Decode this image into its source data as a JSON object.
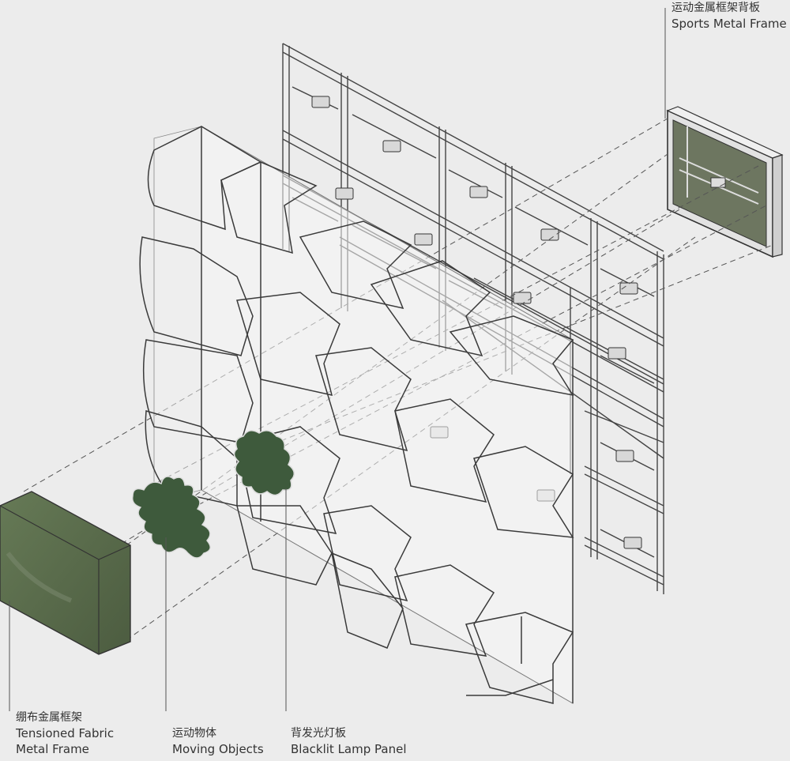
{
  "labels": {
    "frame": {
      "cn": "运动金属框架背板",
      "en": "Sports Metal Frame"
    },
    "fabric": {
      "cn": "绷布金属框架",
      "en1": "Tensioned Fabric",
      "en2": "Metal Frame"
    },
    "moving": {
      "cn": "运动物体",
      "en": "Moving Objects"
    },
    "lamp": {
      "cn": "背发光灯板",
      "en": "Blacklit Lamp Panel"
    }
  },
  "colors": {
    "background": "#ececec",
    "line": "#3a3a3a",
    "fabric_face": "#5e6e4e",
    "fabric_side": "#4a5a3e",
    "leaf": "#3f5a3c",
    "panel_fill": "#f4f4f4"
  }
}
